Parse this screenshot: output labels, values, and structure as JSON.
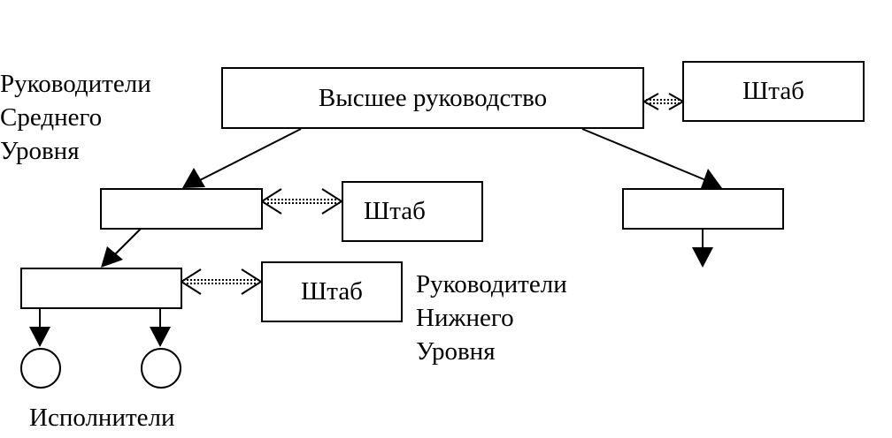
{
  "diagram": {
    "top_management": "Высшее руководство",
    "staff_label": "Штаб",
    "middle_managers": {
      "line1": "Руководители",
      "line2": "Среднего",
      "line3": "Уровня"
    },
    "lower_managers": {
      "line1": "Руководители",
      "line2": "Нижнего",
      "line3": "Уровня"
    },
    "executors": "Исполнители"
  }
}
